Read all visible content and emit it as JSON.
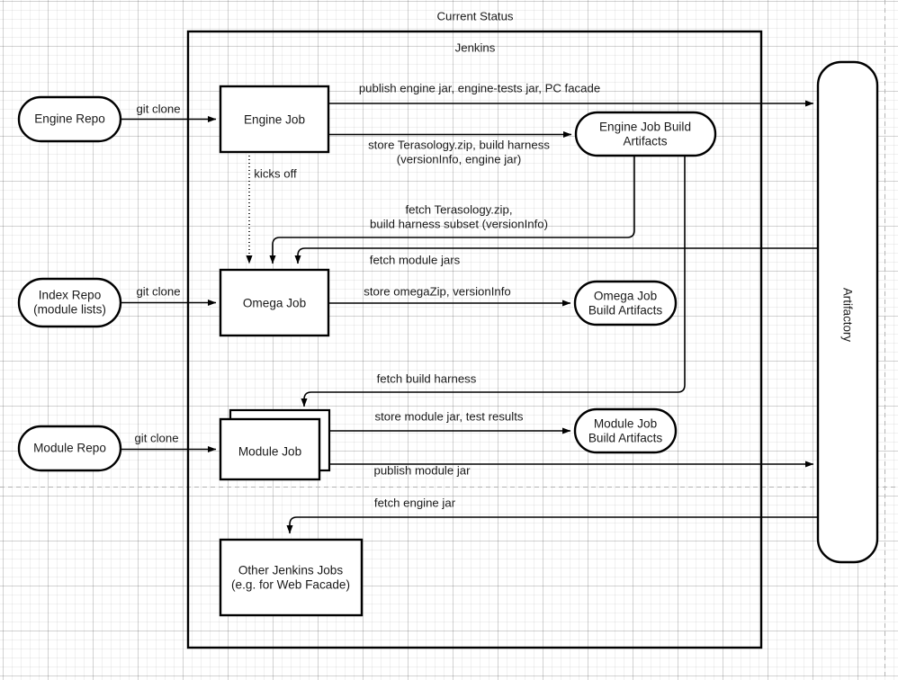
{
  "page": {
    "title": "Current Status"
  },
  "container": {
    "label": "Jenkins"
  },
  "external": {
    "artifactory": "Artifactory"
  },
  "nodes": {
    "engine_repo": "Engine Repo",
    "index_repo": "Index Repo\n(module lists)",
    "module_repo": "Module Repo",
    "engine_job": "Engine Job",
    "omega_job": "Omega Job",
    "module_job": "Module Job",
    "other_jobs": "Other Jenkins Jobs\n(e.g. for Web Facade)",
    "engine_job_artifacts": "Engine Job Build\nArtifacts",
    "omega_job_artifacts": "Omega Job\nBuild Artifacts",
    "module_job_artifacts": "Module Job\nBuild Artifacts"
  },
  "edges": {
    "git_clone_engine": "git clone",
    "git_clone_index": "git clone",
    "git_clone_module": "git clone",
    "publish_engine_jar": "publish engine jar, engine-tests jar, PC facade",
    "store_terasology": "store Terasology.zip, build harness\n(versionInfo, engine jar)",
    "kicks_off": "kicks off",
    "fetch_terasology": "fetch Terasology.zip,\nbuild harness subset (versionInfo)",
    "fetch_module_jars": "fetch module jars",
    "store_omegazip": "store omegaZip, versionInfo",
    "fetch_build_harness": "fetch build harness",
    "store_module_jar": "store module jar, test results",
    "publish_module_jar": "publish module jar",
    "fetch_engine_jar": "fetch engine jar"
  }
}
